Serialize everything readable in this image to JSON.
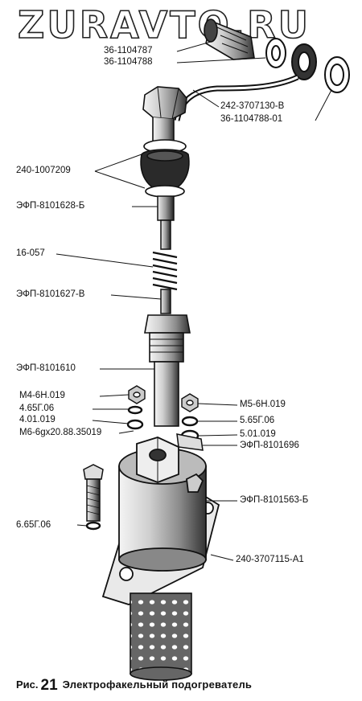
{
  "watermark": "ZURAVTO.RU",
  "labels": {
    "p1": "36-1104787",
    "p2": "36-1104788",
    "p3": "242-3707130-В",
    "p4": "36-1104788-01",
    "p5": "240-1007209",
    "p6": "ЭФП-8101628-Б",
    "p7": "16-057",
    "p8": "ЭФП-8101627-В",
    "p9": "ЭФП-8101610",
    "p10": "М4-6Н.019",
    "p11": "4.65Г.06",
    "p12": "4.01.019",
    "p13": "М6-6gх20.88.35019",
    "p14": "М5-6Н.019",
    "p15": "5.65Г.06",
    "p16": "5.01.019",
    "p17": "ЭФП-8101696",
    "p18": "ЭФП-8101563-Б",
    "p19": "6.65Г.06",
    "p20": "240-3707115-А1"
  },
  "caption": {
    "prefix": "Рис.",
    "number": "21",
    "title": "Электрофакельный подогреватель"
  }
}
